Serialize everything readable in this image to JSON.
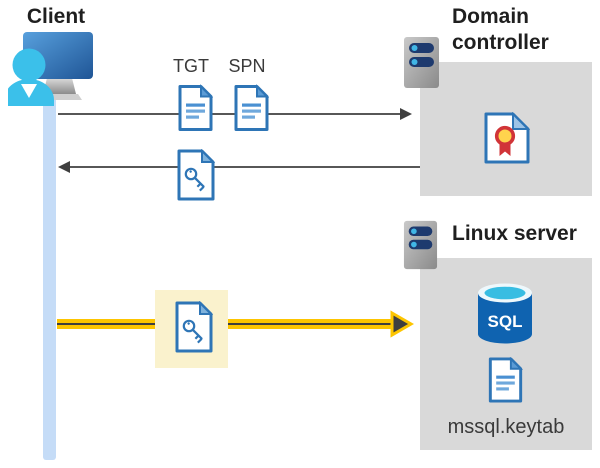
{
  "client": {
    "label": "Client"
  },
  "tickets": {
    "tgt_label": "TGT",
    "spn_label": "SPN"
  },
  "domain_controller": {
    "label": "Domain controller"
  },
  "linux_server": {
    "label": "Linux server",
    "keytab_label": "mssql.keytab"
  },
  "sql_database": {
    "label": "SQL"
  },
  "icons": {
    "client": "monitor-user-icon",
    "domain_controller": "server-icon",
    "linux_server": "server-icon",
    "tgt_ticket": "document-icon",
    "spn_ticket": "document-icon",
    "service_ticket": "key-document-icon",
    "certificate": "certificate-icon",
    "sql": "sql-database-icon",
    "keytab_file": "document-icon"
  },
  "colors": {
    "document_blue": "#2E75B6",
    "document_line_blue": "#6FA8DC",
    "box_gray": "#D9D9D9",
    "arrow_gray": "#3F3F3F",
    "highlight_yellow": "#FDC500",
    "highlight_box_cream": "#FAF2CD",
    "client_timeline_blue": "#C5DCF7",
    "server_slot_navy": "#1E3A6E",
    "server_led_cyan": "#41B6E6",
    "sql_cylinder_blue": "#0F63B0",
    "sql_top_cyan": "#38BDE2",
    "certificate_seal_red": "#D13438",
    "certificate_seal_yellow": "#FFD34D",
    "person_cyan": "#3BC0EA"
  }
}
